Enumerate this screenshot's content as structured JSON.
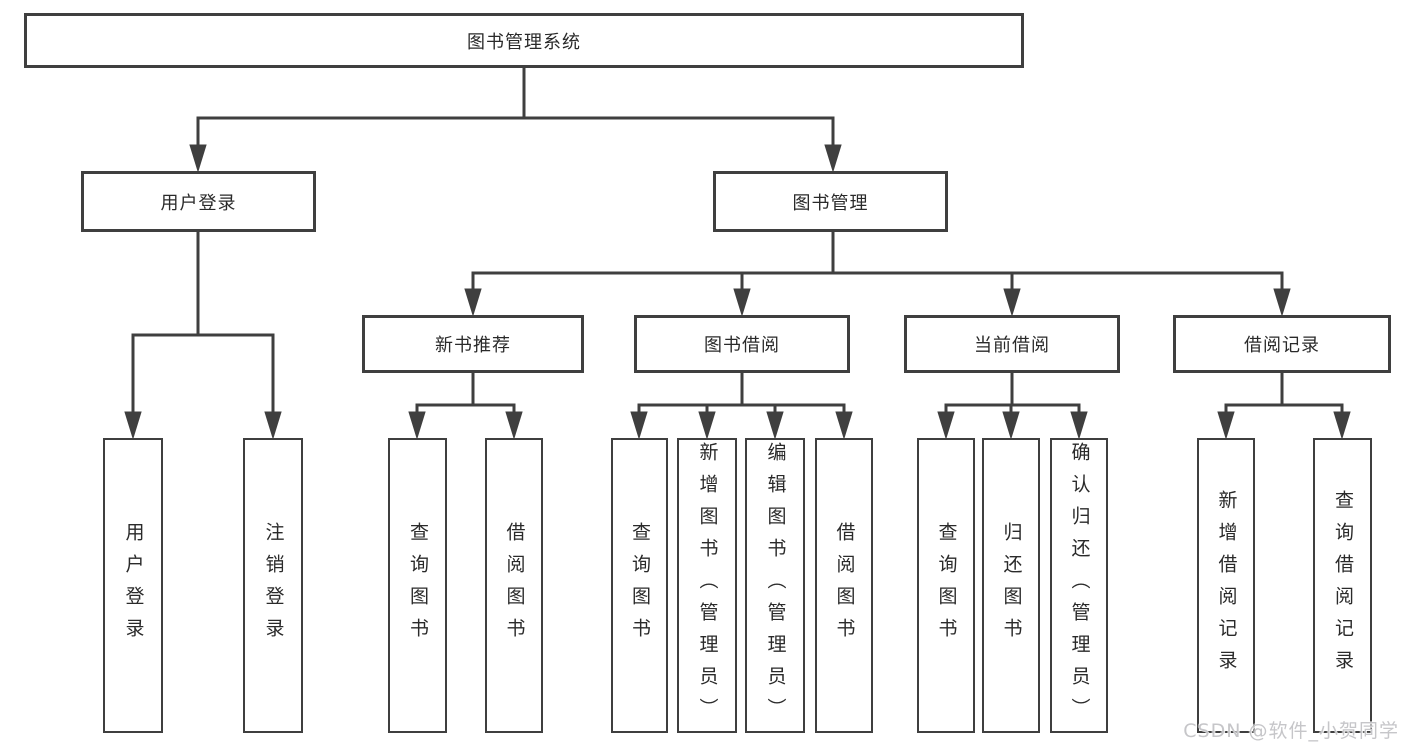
{
  "diagram": {
    "root_label": "图书管理系统",
    "level2": [
      {
        "label": "用户登录"
      },
      {
        "label": "图书管理"
      }
    ],
    "level3": [
      {
        "label": "新书推荐",
        "parent": "图书管理"
      },
      {
        "label": "图书借阅",
        "parent": "图书管理"
      },
      {
        "label": "当前借阅",
        "parent": "图书管理"
      },
      {
        "label": "借阅记录",
        "parent": "图书管理"
      }
    ],
    "leaves": [
      {
        "label": "用户登录",
        "parent": "用户登录"
      },
      {
        "label": "注销登录",
        "parent": "用户登录"
      },
      {
        "label": "查询图书",
        "parent": "新书推荐"
      },
      {
        "label": "借阅图书",
        "parent": "新书推荐"
      },
      {
        "label": "查询图书",
        "parent": "图书借阅"
      },
      {
        "label": "新增图书（管理员）",
        "parent": "图书借阅"
      },
      {
        "label": "编辑图书（管理员）",
        "parent": "图书借阅"
      },
      {
        "label": "借阅图书",
        "parent": "图书借阅"
      },
      {
        "label": "查询图书",
        "parent": "当前借阅"
      },
      {
        "label": "归还图书",
        "parent": "当前借阅"
      },
      {
        "label": "确认归还（管理员）",
        "parent": "当前借阅"
      },
      {
        "label": "新增借阅记录",
        "parent": "借阅记录"
      },
      {
        "label": "查询借阅记录",
        "parent": "借阅记录"
      }
    ],
    "watermark": "CSDN @软件_小贺同学",
    "colors": {
      "line": "#3f3f3f",
      "text": "#2a2a2a",
      "background": "#ffffff",
      "watermark": "#c6c6c9"
    }
  }
}
